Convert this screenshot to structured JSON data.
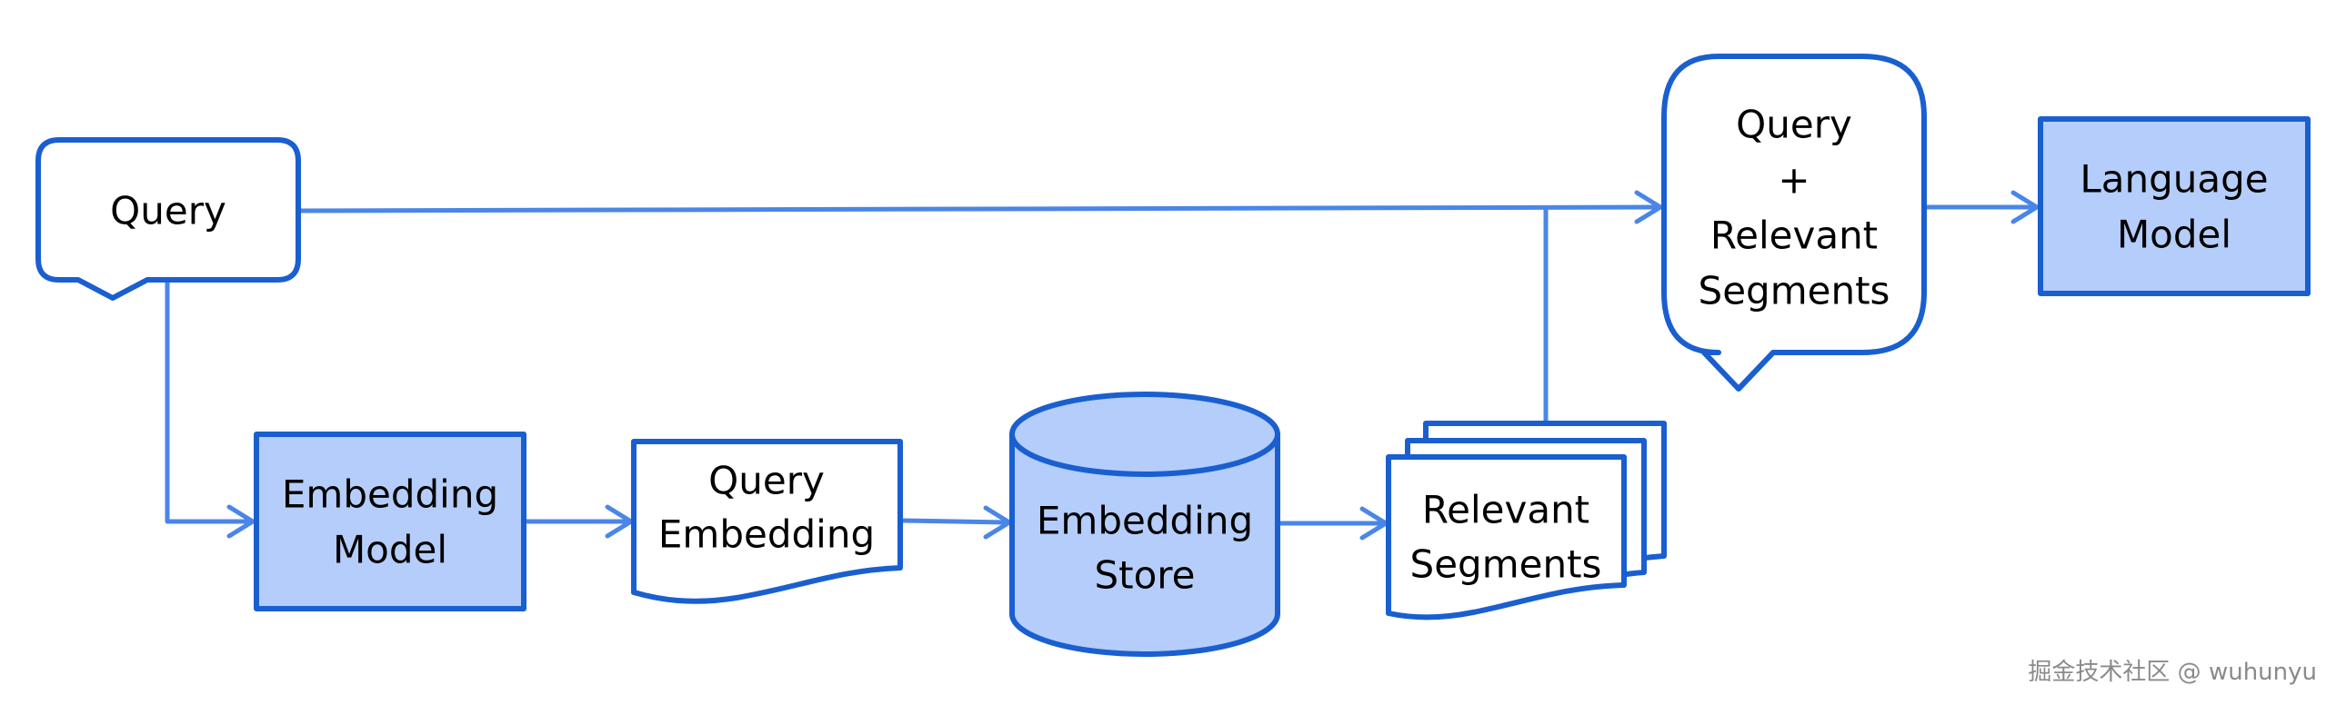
{
  "colors": {
    "edge": "#4a86e8",
    "outline": "#1a5fd0",
    "fill_blue": "#b4cdfa",
    "fill_white": "#ffffff",
    "text": "#000000",
    "watermark": "#8a8a8a"
  },
  "nodes": {
    "query_bubble": {
      "lines": [
        "Query"
      ],
      "shape": "speech-bubble"
    },
    "embedding_model": {
      "lines": [
        "Embedding",
        "Model"
      ],
      "shape": "process-box"
    },
    "query_embedding": {
      "lines": [
        "Query",
        "Embedding"
      ],
      "shape": "document"
    },
    "embedding_store": {
      "lines": [
        "Embedding",
        "Store"
      ],
      "shape": "cylinder"
    },
    "relevant_segments": {
      "lines": [
        "Relevant",
        "Segments"
      ],
      "shape": "multi-document"
    },
    "query_plus_segments": {
      "lines": [
        "Query",
        "+",
        "Relevant",
        "Segments"
      ],
      "shape": "speech-bubble"
    },
    "language_model": {
      "lines": [
        "Language",
        "Model"
      ],
      "shape": "process-box"
    }
  },
  "edges": [
    {
      "from": "query_bubble",
      "to": "query_plus_segments"
    },
    {
      "from": "query_bubble",
      "to": "embedding_model"
    },
    {
      "from": "embedding_model",
      "to": "query_embedding"
    },
    {
      "from": "query_embedding",
      "to": "embedding_store"
    },
    {
      "from": "embedding_store",
      "to": "relevant_segments"
    },
    {
      "from": "relevant_segments",
      "to": "query_plus_segments"
    },
    {
      "from": "query_plus_segments",
      "to": "language_model"
    }
  ],
  "watermark": "掘金技术社区 @ wuhunyu"
}
